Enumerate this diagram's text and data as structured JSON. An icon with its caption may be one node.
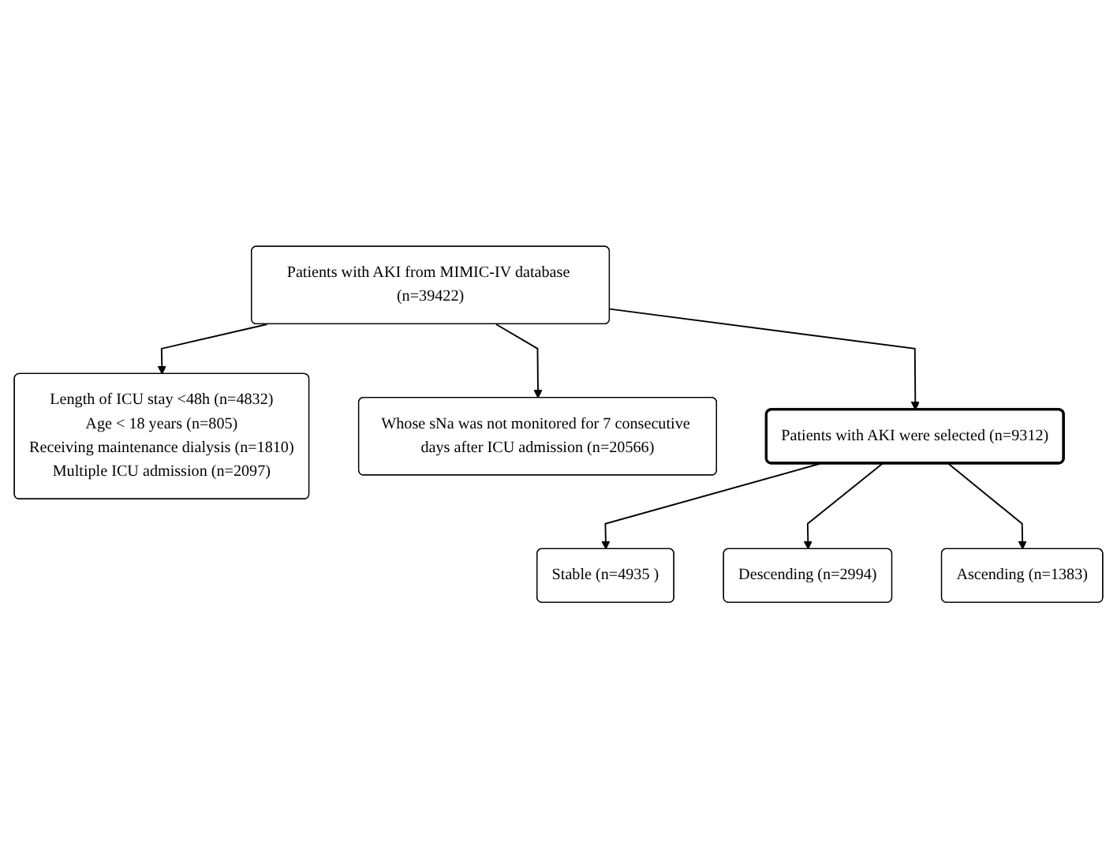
{
  "diagram": {
    "nodes": [
      {
        "text": [
          "Patients with AKI from MIMIC-IV database (n=39422)"
        ]
      },
      {
        "text": [
          "Length of ICU stay <48h (n=4832)",
          "Age < 18 years (n=805)",
          "Receiving maintenance dialysis  (n=1810)",
          "Multiple ICU admission (n=2097)"
        ]
      },
      {
        "text": [
          "Whose sNa was not monitored for 7 consecutive days after ICU admission (n=20566)"
        ]
      },
      {
        "text": [
          "Patients with AKI were selected (n=9312)"
        ]
      },
      {
        "text": [
          "Stable (n=4935 )"
        ]
      },
      {
        "text": [
          "Descending (n=2994)"
        ]
      },
      {
        "text": [
          "Ascending (n=1383)"
        ]
      }
    ],
    "edges": [
      {
        "from": 0,
        "to": 3,
        "arrow": "to"
      },
      {
        "from": 0,
        "to": 1,
        "arrow": "to"
      },
      {
        "from": 0,
        "to": 2,
        "arrow": "to"
      },
      {
        "from": 3,
        "to": 4,
        "arrow": "to"
      },
      {
        "from": 3,
        "to": 5,
        "arrow": "to"
      },
      {
        "from": 3,
        "to": 6,
        "arrow": "to"
      }
    ]
  }
}
